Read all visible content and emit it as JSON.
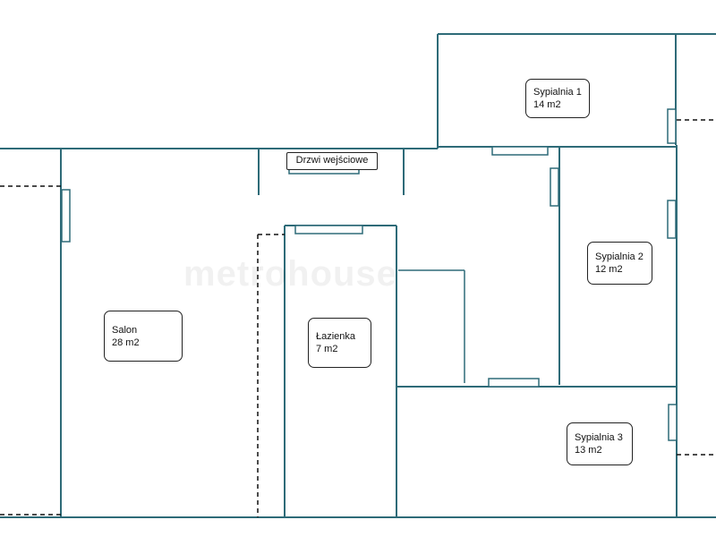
{
  "plan": {
    "entrance_door": "Drzwi wejściowe",
    "watermark": "metrohouse",
    "rooms": [
      {
        "name": "Sypialnia 1",
        "area": "14 m2"
      },
      {
        "name": "Salon",
        "area": "28 m2"
      },
      {
        "name": "Łazienka",
        "area": "7 m2"
      },
      {
        "name": "Sypialnia 2",
        "area": "12 m2"
      },
      {
        "name": "Sypialnia 3",
        "area": "13 m2"
      }
    ]
  },
  "colors": {
    "wall": "#2e6b78",
    "label_border": "#222222",
    "background": "#ffffff"
  }
}
